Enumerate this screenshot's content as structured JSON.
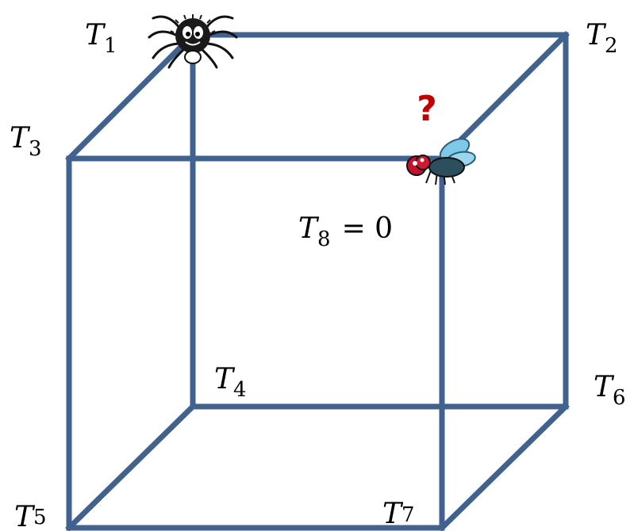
{
  "labels": {
    "t1": {
      "letter": "T",
      "sub": "1"
    },
    "t2": {
      "letter": "T",
      "sub": "2"
    },
    "t3": {
      "letter": "T",
      "sub": "3"
    },
    "t4": {
      "letter": "T",
      "sub": "4"
    },
    "t5": {
      "letter": "T",
      "sub": "5"
    },
    "t6": {
      "letter": "T",
      "sub": "6"
    },
    "t7": {
      "letter": "T",
      "sub": "7"
    },
    "t8": {
      "letter": "T",
      "sub": "8",
      "equals": "= 0"
    }
  },
  "question_mark": "?",
  "colors": {
    "edge": "#41628f",
    "question": "#c00000"
  },
  "icons": {
    "spider": "spider-icon",
    "fly": "fly-icon"
  }
}
